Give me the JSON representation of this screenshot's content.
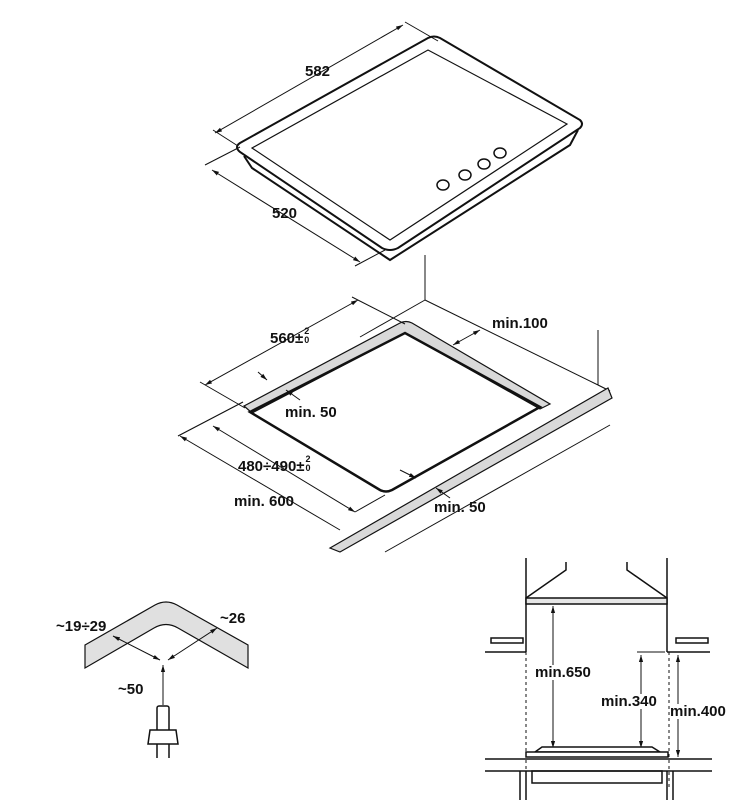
{
  "hob_dimensions": {
    "width": "582",
    "depth": "520"
  },
  "cutout": {
    "width": "560±",
    "width_tol_upper": "2",
    "width_tol_lower": "0",
    "depth": "480÷490±",
    "depth_tol_upper": "2",
    "depth_tol_lower": "0",
    "back_clearance": "min.100",
    "side_clearance": "min. 50",
    "front_clearance": "min. 50",
    "worktop_depth": "min. 600"
  },
  "gas_connection": {
    "offset_a": "~19÷29",
    "offset_b": "~26",
    "height": "~50"
  },
  "hood_clearance": {
    "hood_height": "min.650",
    "cabinet_height": "min.340",
    "side_wall_height": "min.400"
  }
}
